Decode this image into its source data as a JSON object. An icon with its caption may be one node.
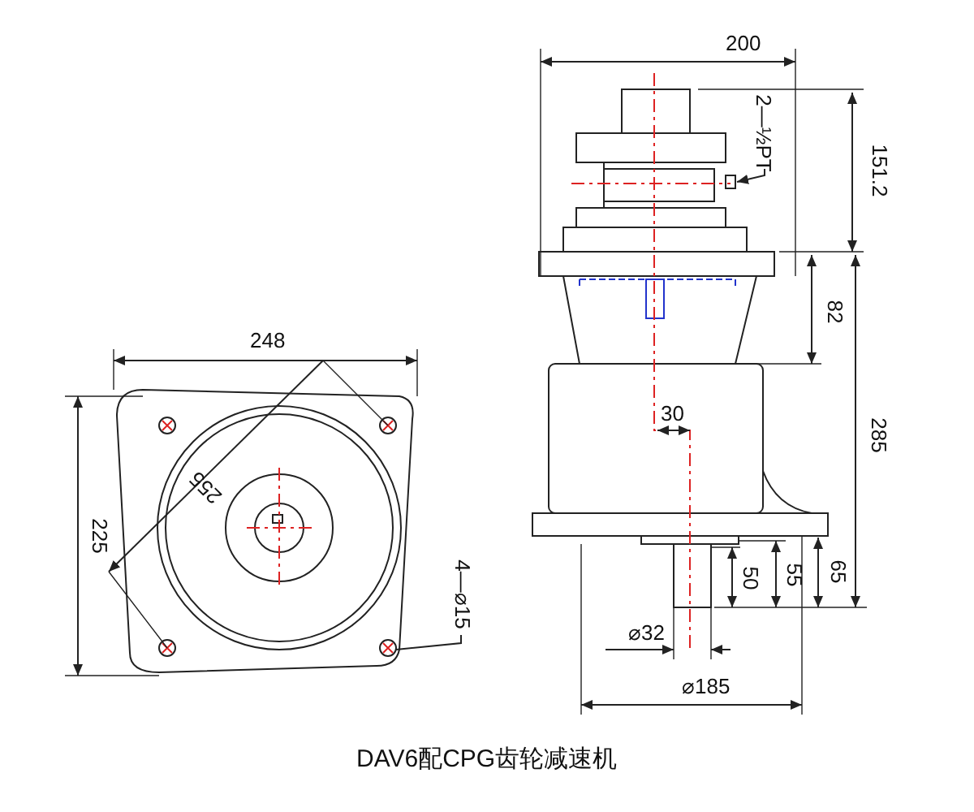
{
  "diagram": {
    "caption": "DAV6配CPG齿轮减速机",
    "nodes": [
      {
        "text": [
          "2—½PT"
        ]
      },
      {
        "text": [],
        "shape": "box"
      },
      {
        "text": [
          "4—⌀15"
        ]
      },
      {
        "text": [],
        "shape": "circle"
      }
    ],
    "edges": [
      {
        "from": 0,
        "to": 1,
        "arrow": "to"
      },
      {
        "from": 2,
        "to": 3,
        "arrow": "none"
      }
    ],
    "labels": [
      "200",
      "151.2",
      "82",
      "248",
      "255",
      "30",
      "285",
      "225",
      "50",
      "55",
      "65",
      "⌀32",
      "⌀185"
    ]
  }
}
